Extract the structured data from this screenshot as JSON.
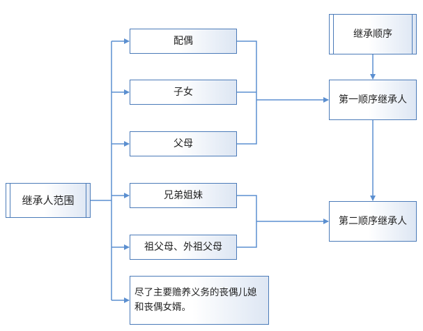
{
  "diagram": {
    "nodes": {
      "heir_scope": "继承人范围",
      "spouse": "配偶",
      "children": "子女",
      "parents": "父母",
      "siblings": "兄弟姐妹",
      "grandparents": "祖父母、外祖父母",
      "in_laws": "尽了主要赡养义务的丧偶儿媳和丧偶女婿。",
      "succession_order": "继承顺序",
      "first_order": "第一顺序继承人",
      "second_order": "第二顺序继承人"
    },
    "colors": {
      "line": "#5b8fd0",
      "border": "#4a7ab8",
      "fill_light": "#ffffff",
      "fill_dark": "#dde6f3"
    }
  }
}
